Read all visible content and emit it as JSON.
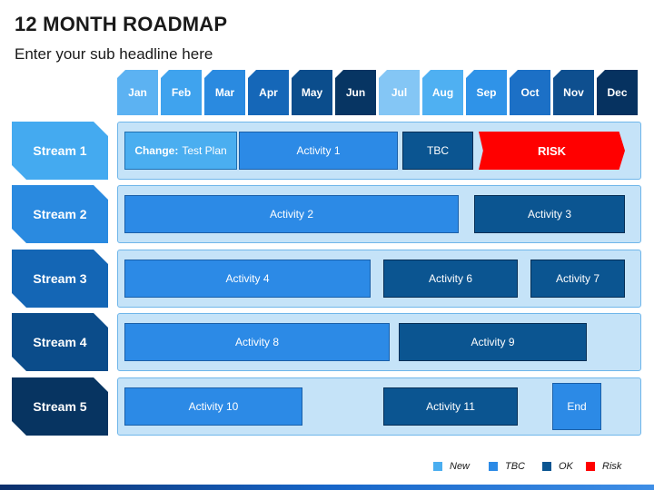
{
  "header": {
    "title": "12 MONTH ROADMAP",
    "subtitle": "Enter your sub headline here"
  },
  "months": [
    {
      "label": "Jan",
      "color": "#5cb2f2"
    },
    {
      "label": "Feb",
      "color": "#3fa3ee"
    },
    {
      "label": "Mar",
      "color": "#2a8ae0"
    },
    {
      "label": "Apr",
      "color": "#1567b8"
    },
    {
      "label": "May",
      "color": "#0b4d8c"
    },
    {
      "label": "Jun",
      "color": "#073563"
    },
    {
      "label": "Jul",
      "color": "#84c6f5"
    },
    {
      "label": "Aug",
      "color": "#4fb0f2"
    },
    {
      "label": "Sep",
      "color": "#2f93e8"
    },
    {
      "label": "Oct",
      "color": "#1c70c6"
    },
    {
      "label": "Nov",
      "color": "#0e4f8f"
    },
    {
      "label": "Dec",
      "color": "#063260"
    }
  ],
  "streams": [
    {
      "label": "Stream 1",
      "color": "#44aaf0"
    },
    {
      "label": "Stream 2",
      "color": "#2a8ae0"
    },
    {
      "label": "Stream 3",
      "color": "#1466b5"
    },
    {
      "label": "Stream 4",
      "color": "#0b4c8a"
    },
    {
      "label": "Stream 5",
      "color": "#073461"
    }
  ],
  "activities": {
    "s1_change_prefix": "Change:",
    "s1_change_text": "Test Plan",
    "s1_activity": "Activity 1",
    "s1_tbc": "TBC",
    "s1_risk": "RISK",
    "s2_a": "Activity 2",
    "s2_b": "Activity 3",
    "s3_a": "Activity 4",
    "s3_b": "Activity 6",
    "s3_c": "Activity 7",
    "s4_a": "Activity 8",
    "s4_b": "Activity 9",
    "s5_a": "Activity 10",
    "s5_b": "Activity 11",
    "s5_c": "End"
  },
  "legend": [
    {
      "label": "New",
      "color": "#4aaef0"
    },
    {
      "label": "TBC",
      "color": "#2c8ae6"
    },
    {
      "label": "OK",
      "color": "#0b5591"
    },
    {
      "label": "Risk",
      "color": "#ff0000"
    }
  ]
}
